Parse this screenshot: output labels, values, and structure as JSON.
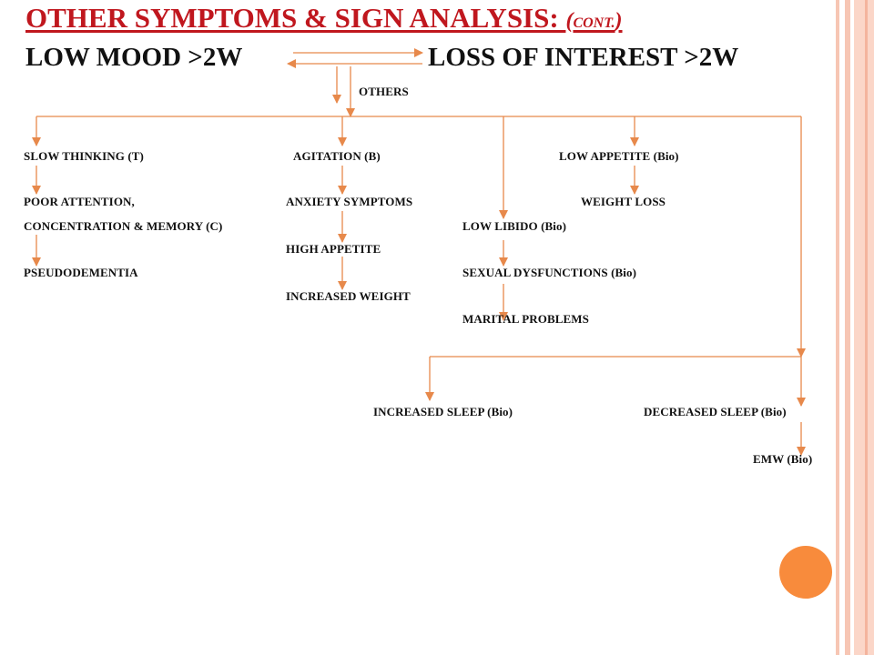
{
  "slide": {
    "title_main": "OTHER SYMPTOMS & SIGN ANALYSIS: ",
    "title_cont_open": "(",
    "title_cont_word": "CONT.",
    "title_cont_close": ")",
    "colors": {
      "title": "#c0171e",
      "arrow": "#e7894b",
      "accent_circle": "#f88b3c",
      "side_stripes": "#f7c6b4"
    }
  },
  "diagram": {
    "low_mood": "LOW MOOD >2W",
    "loss_of_interest": "LOSS OF INTEREST >2W",
    "others": "OTHERS",
    "slow_thinking": "SLOW THINKING (T)",
    "agitation": "AGITATION (B)",
    "low_appetite": "LOW APPETITE (Bio)",
    "poor_attention": "POOR ATTENTION,",
    "concentration_memory": "CONCENTRATION & MEMORY (C)",
    "pseudodementia": "PSEUDODEMENTIA",
    "anxiety_symptoms": "ANXIETY SYMPTOMS",
    "high_appetite": "HIGH APPETITE",
    "increased_weight": "INCREASED WEIGHT",
    "weight_loss": "WEIGHT LOSS",
    "low_libido": "LOW LIBIDO (Bio)",
    "sexual_dysfunctions": "SEXUAL DYSFUNCTIONS (Bio)",
    "marital_problems": "MARITAL PROBLEMS",
    "increased_sleep": "INCREASED SLEEP (Bio)",
    "decreased_sleep": "DECREASED SLEEP (Bio)",
    "emw": "EMW (Bio)"
  }
}
